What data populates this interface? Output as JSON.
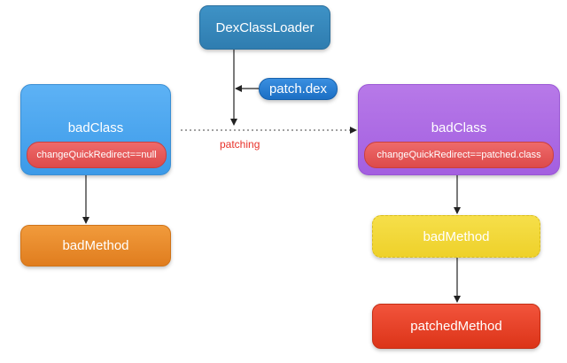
{
  "nodes": {
    "dex_class_loader": "DexClassLoader",
    "patch_dex": "patch.dex",
    "bad_class_left": {
      "title": "badClass",
      "field": "changeQuickRedirect==null"
    },
    "bad_class_right": {
      "title": "badClass",
      "field": "changeQuickRedirect==patched.class"
    },
    "bad_method_left": "badMethod",
    "bad_method_right": "badMethod",
    "patched_method": "patchedMethod"
  },
  "edge_labels": {
    "patching": "patching"
  },
  "colors": {
    "loader": "#2f7db0",
    "patch_dex": "#1c6fc4",
    "bad_class_left": "#4aa5ef",
    "bad_class_right": "#aa6ae4",
    "field_pill": "#e25555",
    "bad_method_left": "#e88a2a",
    "bad_method_right": "#f1d636",
    "patched_method": "#e24428",
    "patching_text": "#e8322a"
  }
}
